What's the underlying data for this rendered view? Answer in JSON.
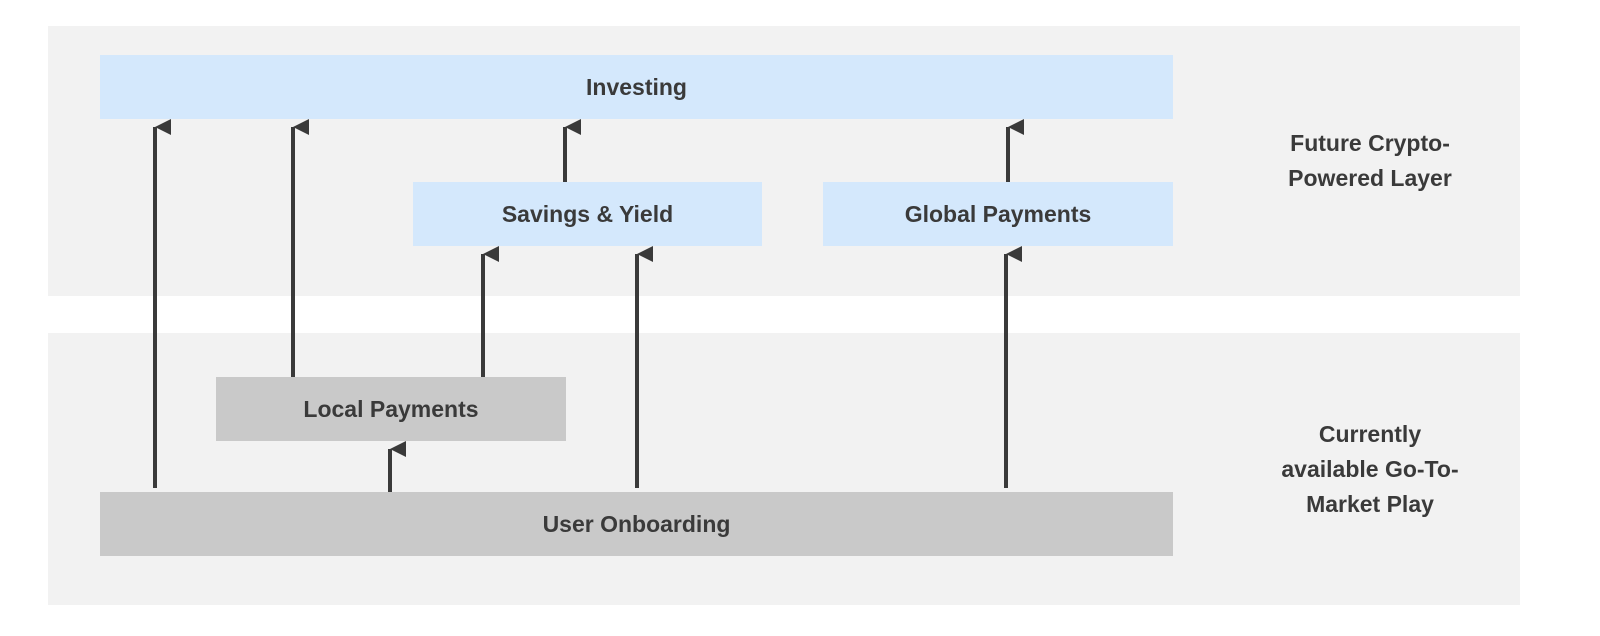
{
  "colors": {
    "band_background": "#f2f2f2",
    "future_box": "#d4e8fc",
    "current_box": "#c9c9c9",
    "arrow": "#3a3a3a"
  },
  "layers": {
    "future_label": "Future Crypto-\nPowered Layer",
    "current_label": "Currently\navailable Go-To-\nMarket Play"
  },
  "boxes": {
    "investing": "Investing",
    "savings": "Savings & Yield",
    "global_payments": "Global Payments",
    "local_payments": "Local Payments",
    "user_onboarding": "User Onboarding"
  },
  "connections": [
    {
      "from": "User Onboarding",
      "to": "Investing"
    },
    {
      "from": "Local Payments",
      "to": "Investing"
    },
    {
      "from": "User Onboarding",
      "to": "Local Payments"
    },
    {
      "from": "Local Payments",
      "to": "Savings & Yield"
    },
    {
      "from": "User Onboarding",
      "to": "Savings & Yield"
    },
    {
      "from": "Savings & Yield",
      "to": "Investing"
    },
    {
      "from": "User Onboarding",
      "to": "Global Payments"
    },
    {
      "from": "Global Payments",
      "to": "Investing"
    }
  ]
}
